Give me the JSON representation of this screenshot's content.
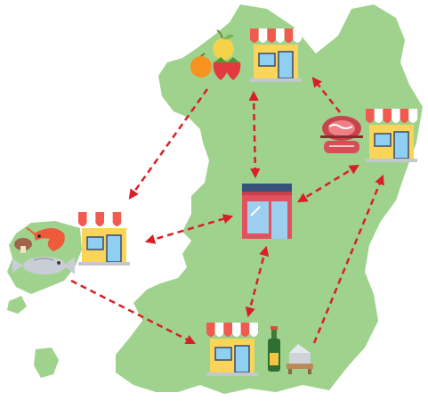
{
  "colors": {
    "land": "#9fd28c",
    "arrow": "#d91f26",
    "awning_red": "#f15a4f",
    "awning_white": "#ffffff",
    "shop_wall": "#fbd45a",
    "shop_window": "#8fd0f2",
    "center_wall": "#e0525d",
    "center_roof": "#35527a",
    "center_window": "#9ecff0"
  },
  "nodes": [
    {
      "id": "center-store",
      "type": "main-store",
      "label": ""
    },
    {
      "id": "north-shop",
      "type": "shop",
      "goods": [
        "apple-icon",
        "orange-icon",
        "strawberry-icon"
      ]
    },
    {
      "id": "east-shop",
      "type": "shop",
      "goods": [
        "meat-icon"
      ]
    },
    {
      "id": "west-shop",
      "type": "shop",
      "goods": [
        "shrimp-icon",
        "mushroom-icon",
        "fish-icon"
      ]
    },
    {
      "id": "south-shop",
      "type": "shop",
      "goods": [
        "sake-bottle-icon",
        "dried-goods-icon"
      ]
    }
  ],
  "edges": [
    {
      "from": "north-shop",
      "to": "center-store",
      "direction": "both"
    },
    {
      "from": "east-shop",
      "to": "center-store",
      "direction": "both"
    },
    {
      "from": "west-shop",
      "to": "center-store",
      "direction": "both"
    },
    {
      "from": "south-shop",
      "to": "center-store",
      "direction": "both"
    },
    {
      "from": "east-shop",
      "to": "north-shop",
      "direction": "forward"
    },
    {
      "from": "north-shop",
      "to": "west-shop",
      "direction": "forward"
    },
    {
      "from": "west-shop",
      "to": "south-shop",
      "direction": "forward"
    },
    {
      "from": "south-shop",
      "to": "east-shop",
      "direction": "forward"
    }
  ]
}
